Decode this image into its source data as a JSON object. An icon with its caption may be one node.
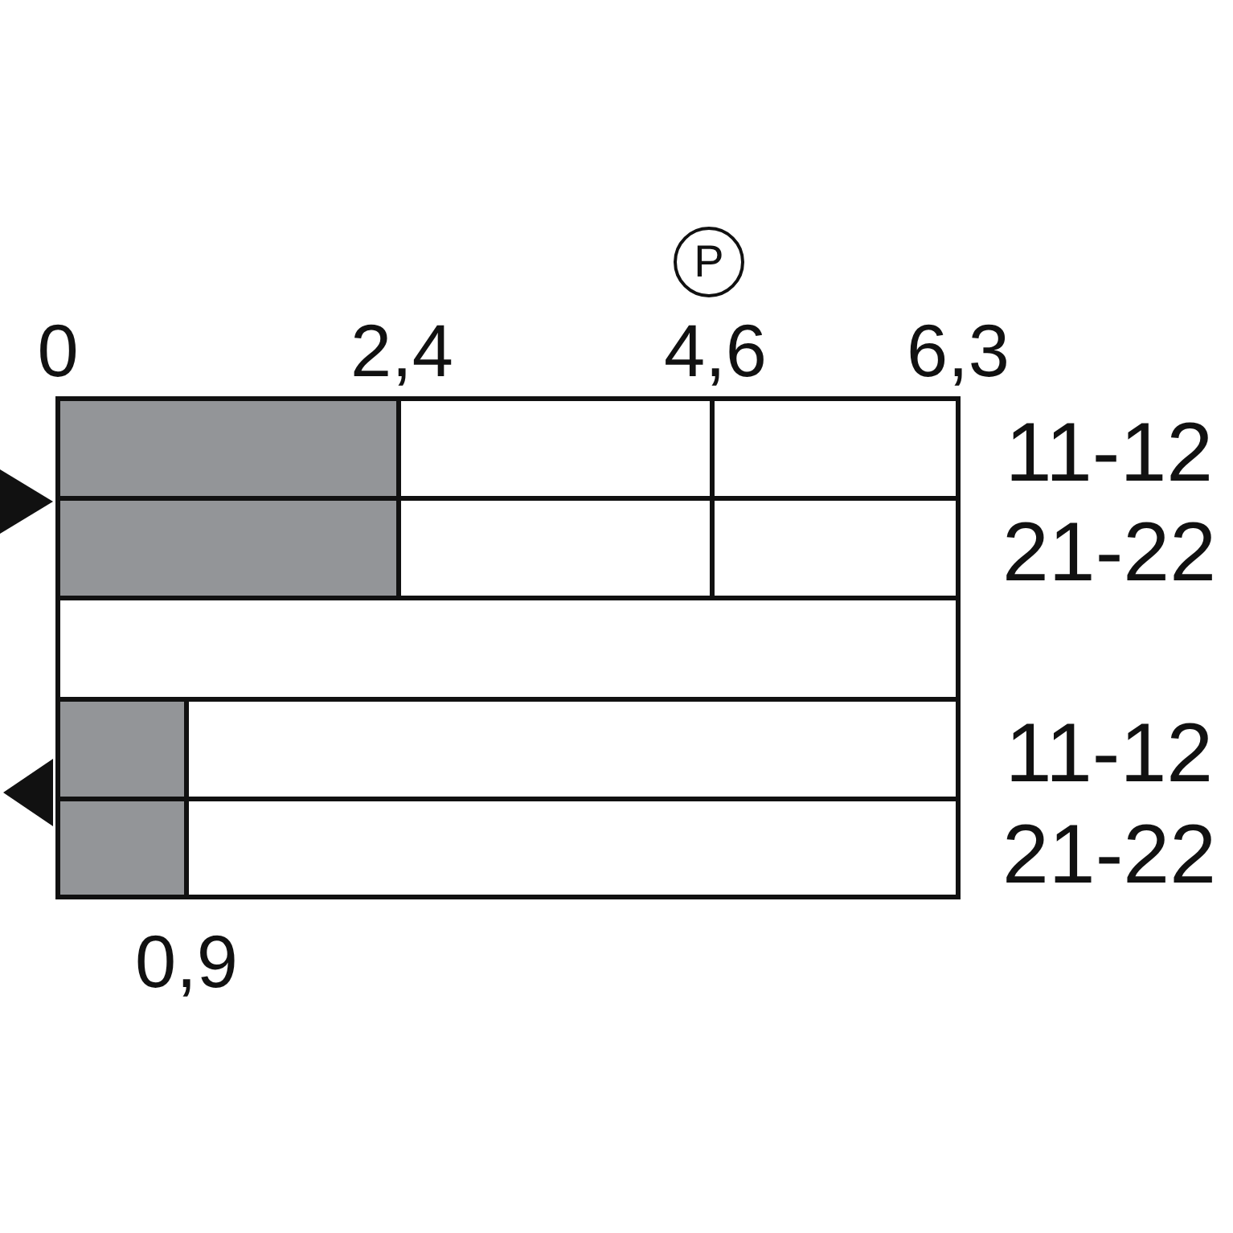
{
  "diagram": {
    "nodes": [
      {
        "text": [
          "P"
        ]
      }
    ],
    "labels": [
      "0",
      "2,4",
      "4,6",
      "6,3",
      "11-12",
      "21-22",
      "11-12",
      "21-22",
      "0,9"
    ]
  }
}
